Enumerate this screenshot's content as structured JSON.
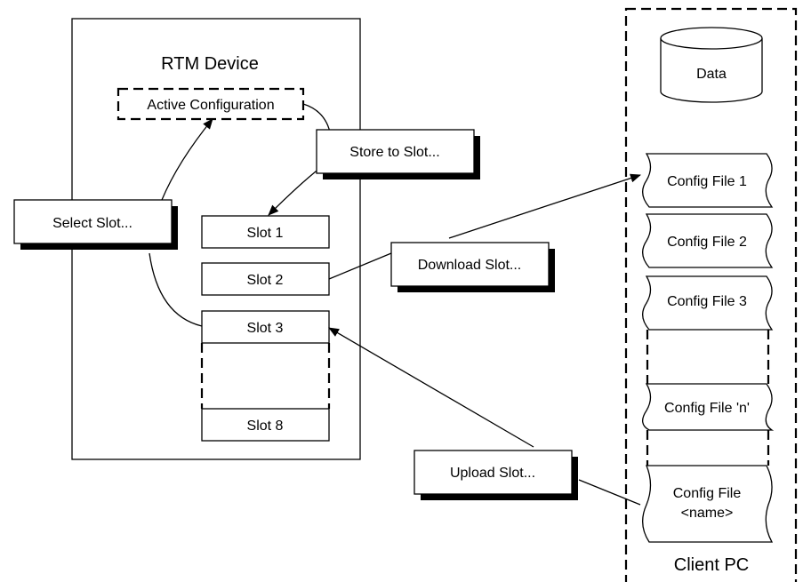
{
  "device": {
    "title": "RTM Device",
    "active_config": "Active Configuration",
    "slots": [
      "Slot 1",
      "Slot 2",
      "Slot 3",
      "Slot 8"
    ]
  },
  "actions": {
    "store": "Store to Slot...",
    "select": "Select Slot...",
    "download": "Download Slot...",
    "upload": "Upload Slot..."
  },
  "client": {
    "title": "Client PC",
    "database": "Data",
    "files": [
      "Config File 1",
      "Config File 2",
      "Config File 3",
      "Config File 'n'"
    ],
    "named_file_line1": "Config File",
    "named_file_line2": "<name>"
  }
}
